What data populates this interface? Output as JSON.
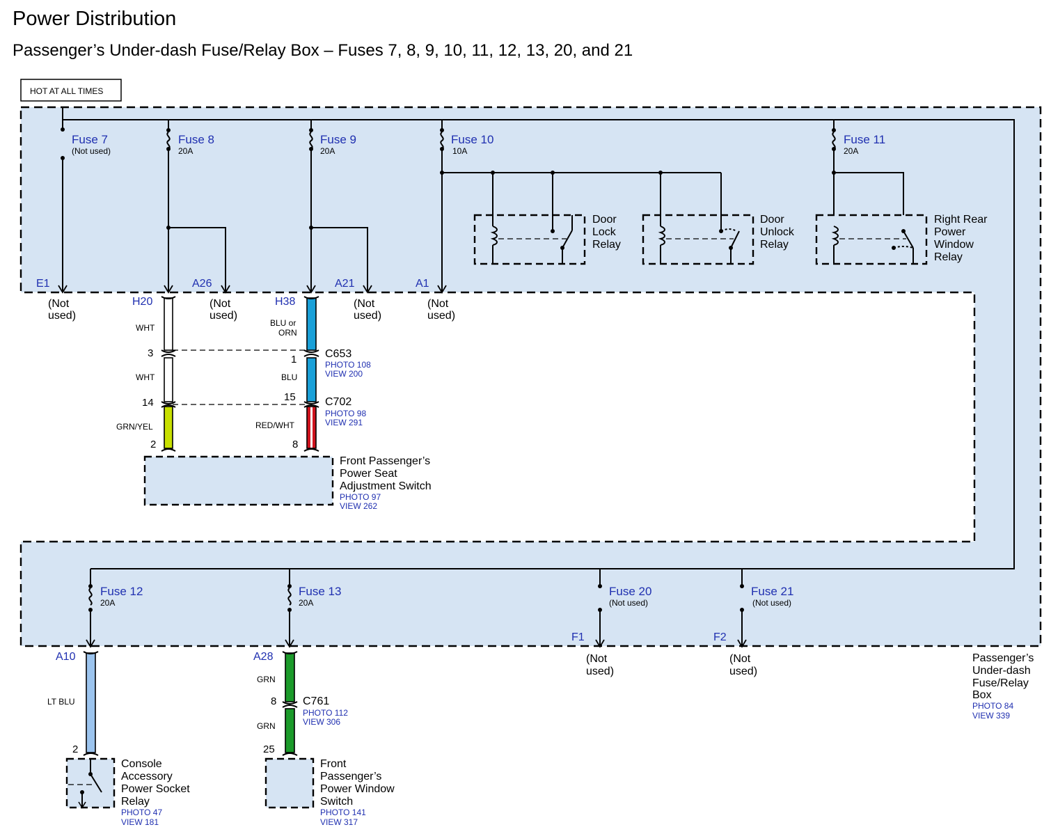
{
  "title": "Power Distribution",
  "subtitle": "Passenger’s Under-dash Fuse/Relay Box – Fuses 7, 8, 9, 10, 11, 12, 13, 20, and 21",
  "hot_label": "HOT AT ALL TIMES",
  "colors": {
    "box_fill": "#d6e4f3",
    "label_blue": "#1f2fb0",
    "wire_blu": "#1aa0d8",
    "wire_red": "#d0141e",
    "wire_grnyel": "#c8e000",
    "wire_ltblu": "#9cc4ee",
    "wire_grn": "#1b9a2a"
  },
  "fuses": {
    "f7": {
      "name": "Fuse 7",
      "rating": "(Not used)"
    },
    "f8": {
      "name": "Fuse 8",
      "rating": "20A"
    },
    "f9": {
      "name": "Fuse 9",
      "rating": "20A"
    },
    "f10": {
      "name": "Fuse 10",
      "rating": "10A"
    },
    "f11": {
      "name": "Fuse 11",
      "rating": "20A"
    },
    "f12": {
      "name": "Fuse 12",
      "rating": "20A"
    },
    "f13": {
      "name": "Fuse 13",
      "rating": "20A"
    },
    "f20": {
      "name": "Fuse 20",
      "rating": "(Not used)"
    },
    "f21": {
      "name": "Fuse 21",
      "rating": "(Not used)"
    }
  },
  "terminals": {
    "e1": "E1",
    "a26": "A26",
    "a21": "A21",
    "a1": "A1",
    "h20": "H20",
    "h38": "H38",
    "a10": "A10",
    "a28": "A28",
    "f1": "F1",
    "f2": "F2"
  },
  "not_used": {
    "line1": "(Not",
    "line2": "used)"
  },
  "relays": {
    "door_lock": [
      "Door",
      "Lock",
      "Relay"
    ],
    "door_unlock": [
      "Door",
      "Unlock",
      "Relay"
    ],
    "rr_window": [
      "Right Rear",
      "Power",
      "Window",
      "Relay"
    ]
  },
  "wires": {
    "h20_a": "WHT",
    "h20_b": "WHT",
    "h20_c": "GRN/YEL",
    "h38_a1": "BLU or",
    "h38_a2": "ORN",
    "h38_b": "BLU",
    "h38_c": "RED/WHT",
    "a10": "LT BLU",
    "a28_a": "GRN",
    "a28_b": "GRN"
  },
  "pins": {
    "c653_left": "3",
    "c653_right": "1",
    "c702_left": "14",
    "c702_right": "15",
    "seat_left": "2",
    "seat_right": "8",
    "c761": "8",
    "socket": "2",
    "window": "25"
  },
  "connectors": {
    "c653": {
      "name": "C653",
      "photo": "PHOTO 108",
      "view": "VIEW 200"
    },
    "c702": {
      "name": "C702",
      "photo": "PHOTO 98",
      "view": "VIEW 291"
    },
    "c761": {
      "name": "C761",
      "photo": "PHOTO 112",
      "view": "VIEW 306"
    }
  },
  "components": {
    "seat_switch": {
      "lines": [
        "Front Passenger’s",
        "Power Seat",
        "Adjustment Switch"
      ],
      "photo": "PHOTO 97",
      "view": "VIEW 262"
    },
    "socket_relay": {
      "lines": [
        "Console",
        "Accessory",
        "Power Socket",
        "Relay"
      ],
      "photo": "PHOTO 47",
      "view": "VIEW 181"
    },
    "window_switch": {
      "lines": [
        "Front",
        "Passenger’s",
        "Power Window",
        "Switch"
      ],
      "photo": "PHOTO 141",
      "view": "VIEW 317"
    },
    "fuse_box": {
      "lines": [
        "Passenger’s",
        "Under-dash",
        "Fuse/Relay",
        "Box"
      ],
      "photo": "PHOTO 84",
      "view": "VIEW 339"
    }
  }
}
